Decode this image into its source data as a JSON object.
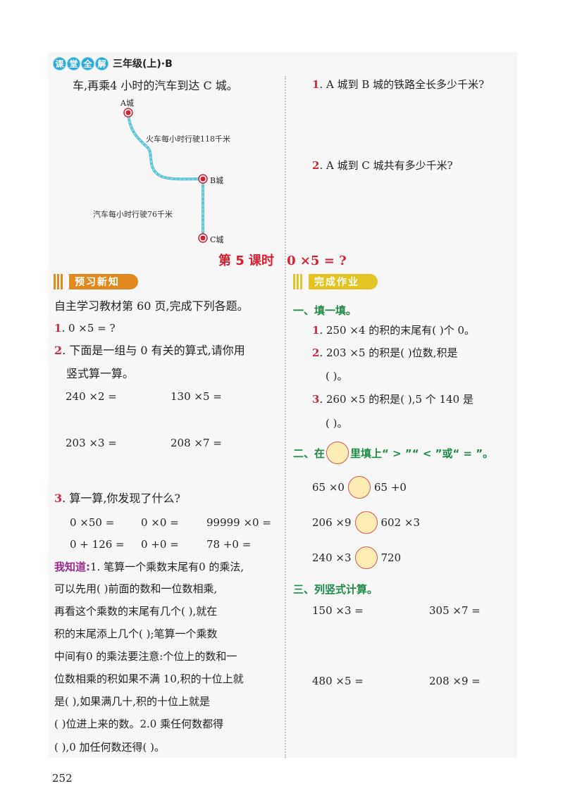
{
  "header": {
    "badge_chars": [
      "课",
      "堂",
      "全",
      "解"
    ],
    "title": "三年级(上)·B"
  },
  "left_top": {
    "intro_line": "车,再乘4 小时的汽车到达 C 城。",
    "map": {
      "cities": [
        "A城",
        "B城",
        "C城"
      ],
      "train_label": "火车每小时行驶118千米",
      "bus_label": "汽车每小时行驶76千米",
      "route_color": "#5bc4d9",
      "city_marker_color": "#d71f2e"
    }
  },
  "right_top": {
    "questions": [
      {
        "num": "1",
        "text": ". A 城到 B 城的铁路全长多少千米?"
      },
      {
        "num": "2",
        "text": ". A 城到 C 城共有多少千米?"
      }
    ]
  },
  "lesson": {
    "title": "第 5 课时",
    "expr": "0 ×5 = ?"
  },
  "preview": {
    "banner": "预习新知",
    "intro": "自主学习教材第 60 页,完成下列各题。",
    "q1_num": "1",
    "q1_text": ". 0 ×5 = ?",
    "q2_num": "2",
    "q2_text": ". 下面是一组与 0 有关的算式,请你用",
    "q2_text_cont": "竖式算一算。",
    "q2_exprs": [
      "240 ×2 =",
      "130 ×5 =",
      "203 ×3 =",
      "208 ×7 ="
    ],
    "q3_num": "3",
    "q3_text": ".  算一算,你发现了什么?",
    "q3_row1": [
      "0 ×50 =",
      "0 ×0 =",
      "99999 ×0 ="
    ],
    "q3_row2": [
      "0 + 126 =",
      "0 +0 =",
      "78 +0 ="
    ],
    "know_label": "我知道:",
    "know_lines": [
      "1. 笔算一个乘数末尾有0 的乘法,",
      "可以先用(      )前面的数和一位数相乘,",
      "再看这个乘数的末尾有几个(      ),就在",
      "积的末尾添上几个(      );笔算一个乘数",
      "中间有0 的乘法要注意:个位上的数和一",
      "位数相乘的积如果不满 10,积的十位上就",
      "是(      ),如果满几十,积的十位上就是",
      "(      )位进上来的数。2.0 乘任何数都得",
      "(      ),0 加任何数还得(      )。"
    ]
  },
  "homework": {
    "banner": "完成作业",
    "section1": {
      "title": "一、填一填。",
      "items": [
        {
          "num": "1",
          "text": ". 250 ×4 的积的末尾有(        )个 0。"
        },
        {
          "num": "2",
          "text": ". 203 ×5 的积是(        )位数,积是"
        },
        {
          "num": "",
          "text": "(        )。"
        },
        {
          "num": "3",
          "text": ". 260 ×5 的积是(        ),5 个 140 是"
        },
        {
          "num": "",
          "text": "(        )。"
        }
      ]
    },
    "section2": {
      "title_pre": "二、在",
      "title_post": "里填上“ > ”“ < ”或“ = ”。",
      "rows": [
        {
          "left": "65 ×0",
          "right": "65 +0"
        },
        {
          "left": "206 ×9",
          "right": "602 ×3"
        },
        {
          "left": "240 ×3",
          "right": "720"
        }
      ]
    },
    "section3": {
      "title": "三、列竖式计算。",
      "exprs": [
        "150 ×3 =",
        "305 ×7 =",
        "480 ×5 =",
        "208 ×9 ="
      ]
    }
  },
  "page_number": "252"
}
